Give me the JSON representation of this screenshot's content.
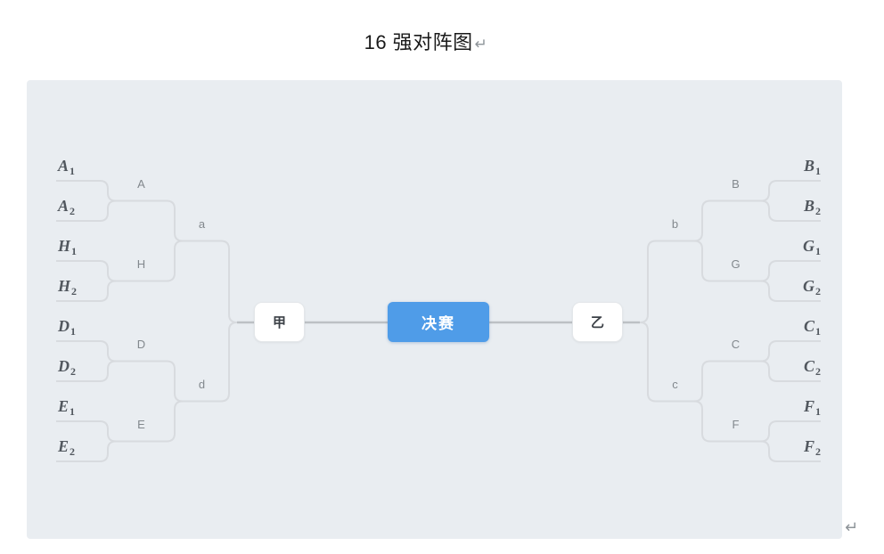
{
  "title": {
    "text": "16 强对阵图",
    "return_mark": "↵"
  },
  "trailing_return_mark": "↵",
  "colors": {
    "panel_bg": "#e9edf1",
    "line_branch": "#d8dbdf",
    "line_trunk": "#bcc0c4",
    "final_bg": "#4f9ce8",
    "final_text": "#ffffff",
    "semi_bg": "#ffffff",
    "semi_text": "#3b4046",
    "leaf_text": "#51575e",
    "small_label_text": "#82888d",
    "mark_color": "#8e9499",
    "title_color": "#1a1a1a"
  },
  "diagram": {
    "final": {
      "label": "决赛"
    },
    "sides": [
      {
        "id": "left",
        "semi": {
          "label": "甲"
        },
        "branches": [
          {
            "label": "a",
            "groups": [
              {
                "label": "A",
                "leaves": [
                  {
                    "base": "A",
                    "sub": "1"
                  },
                  {
                    "base": "A",
                    "sub": "2"
                  }
                ]
              },
              {
                "label": "H",
                "leaves": [
                  {
                    "base": "H",
                    "sub": "1"
                  },
                  {
                    "base": "H",
                    "sub": "2"
                  }
                ]
              }
            ]
          },
          {
            "label": "d",
            "groups": [
              {
                "label": "D",
                "leaves": [
                  {
                    "base": "D",
                    "sub": "1"
                  },
                  {
                    "base": "D",
                    "sub": "2"
                  }
                ]
              },
              {
                "label": "E",
                "leaves": [
                  {
                    "base": "E",
                    "sub": "1"
                  },
                  {
                    "base": "E",
                    "sub": "2"
                  }
                ]
              }
            ]
          }
        ]
      },
      {
        "id": "right",
        "semi": {
          "label": "乙"
        },
        "branches": [
          {
            "label": "b",
            "groups": [
              {
                "label": "B",
                "leaves": [
                  {
                    "base": "B",
                    "sub": "1"
                  },
                  {
                    "base": "B",
                    "sub": "2"
                  }
                ]
              },
              {
                "label": "G",
                "leaves": [
                  {
                    "base": "G",
                    "sub": "1"
                  },
                  {
                    "base": "G",
                    "sub": "2"
                  }
                ]
              }
            ]
          },
          {
            "label": "c",
            "groups": [
              {
                "label": "C",
                "leaves": [
                  {
                    "base": "C",
                    "sub": "1"
                  },
                  {
                    "base": "C",
                    "sub": "2"
                  }
                ]
              },
              {
                "label": "F",
                "leaves": [
                  {
                    "base": "F",
                    "sub": "1"
                  },
                  {
                    "base": "F",
                    "sub": "2"
                  }
                ]
              }
            ]
          }
        ]
      }
    ]
  }
}
